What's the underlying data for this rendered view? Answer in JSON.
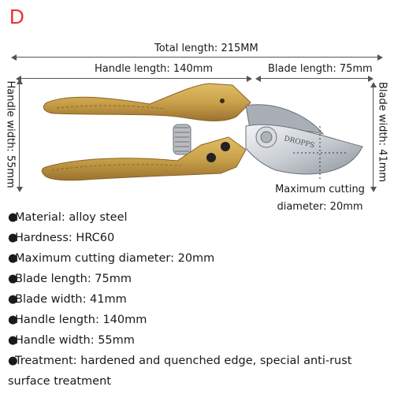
{
  "corner_letter": "D",
  "dimensions": {
    "total_length": "Total length: 215MM",
    "handle_length": "Handle length: 140mm",
    "blade_length": "Blade length: 75mm",
    "handle_width": "Handle width: 55mm",
    "blade_width": "Blade width: 41mm",
    "max_cut_line1": "Maximum cutting",
    "max_cut_line2": "diameter: 20mm"
  },
  "brand_marking": "DROPPS",
  "specs": [
    {
      "bullet": "●",
      "text": "Material: alloy steel"
    },
    {
      "bullet": "●",
      "text": "Hardness: HRC60"
    },
    {
      "bullet": "●",
      "text": "Maximum cutting diameter: 20mm"
    },
    {
      "bullet": "●",
      "text": "Blade length: 75mm"
    },
    {
      "bullet": "●",
      "text": "Blade width: 41mm"
    },
    {
      "bullet": "●",
      "text": "Handle length: 140mm"
    },
    {
      "bullet": "●",
      "text": "Handle width: 55mm"
    },
    {
      "bullet": "●",
      "text": "Treatment: hardened and quenched edge, special anti-rust surface treatment"
    }
  ],
  "colors": {
    "letter": "#e8322a",
    "handle_wood": "#c9a24a",
    "handle_dark": "#8a6424",
    "blade": "#c9ced4",
    "dimension_line": "#555555"
  }
}
